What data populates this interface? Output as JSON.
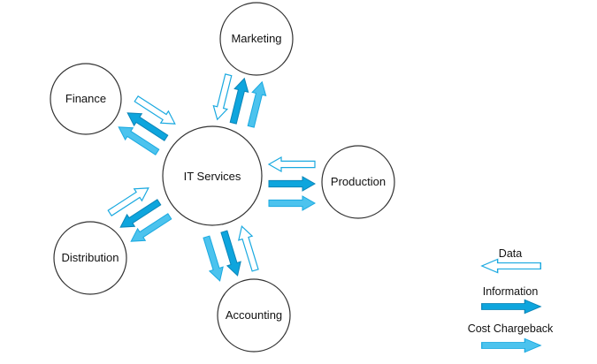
{
  "nodes": {
    "center": "IT Services",
    "marketing": "Marketing",
    "finance": "Finance",
    "production": "Production",
    "distribution": "Distribution",
    "accounting": "Accounting"
  },
  "legend": {
    "data": "Data",
    "information": "Information",
    "cost_chargeback": "Cost Chargeback"
  },
  "colors": {
    "data_stroke": "#1aa9e0",
    "information_fill": "#0ea5dd",
    "information_stroke": "#0b85b8",
    "chargeback_fill": "#4cc3ee",
    "chargeback_stroke": "#1aa9e0",
    "node_stroke": "#333333"
  }
}
